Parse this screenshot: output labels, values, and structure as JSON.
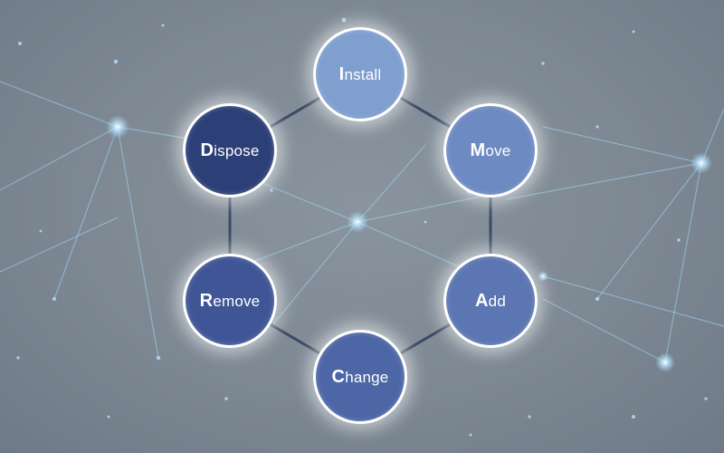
{
  "cycle": {
    "nodes": [
      {
        "first": "I",
        "rest": "nstall",
        "color": "#7f9fcf"
      },
      {
        "first": "M",
        "rest": "ove",
        "color": "#6d8ac2"
      },
      {
        "first": "A",
        "rest": "dd",
        "color": "#5b76b2"
      },
      {
        "first": "C",
        "rest": "hange",
        "color": "#4d66a6"
      },
      {
        "first": "R",
        "rest": "emove",
        "color": "#3f5596"
      },
      {
        "first": "D",
        "rest": "ispose",
        "color": "#2c3f77"
      }
    ],
    "connector_color": "#3a4a66"
  },
  "background": {
    "glow_color": "#a8dcff",
    "line_color": "#9fd6f5"
  }
}
